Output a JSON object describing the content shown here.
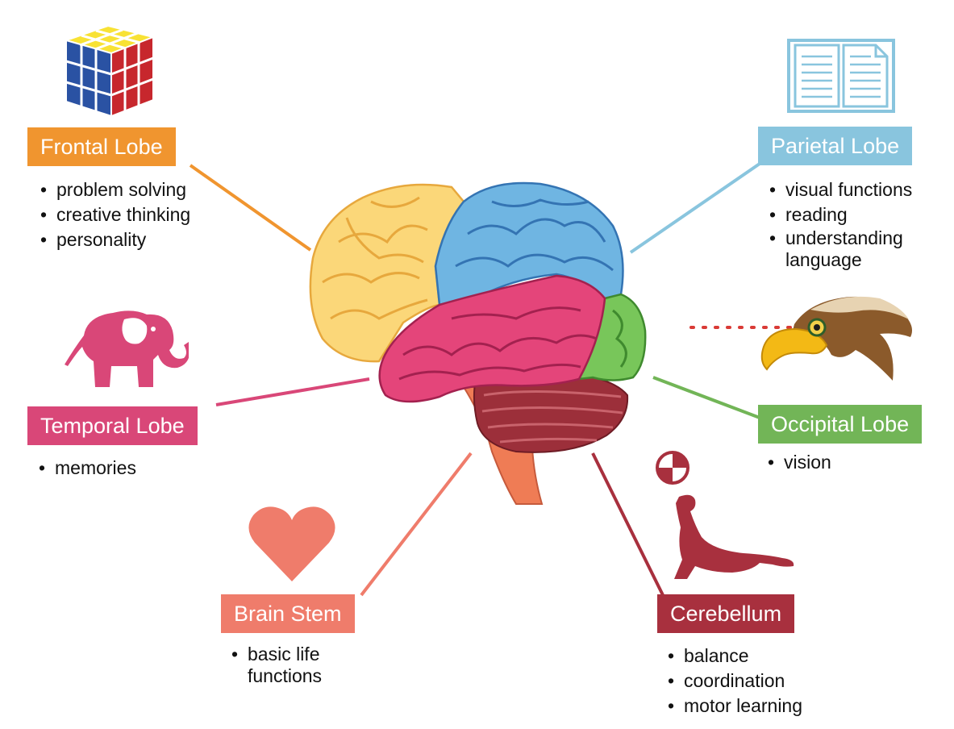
{
  "colors": {
    "frontal": "#f0952f",
    "parietal": "#89c5de",
    "temporal": "#d94778",
    "occipital": "#72b557",
    "brainstem": "#ef7c6b",
    "cerebellum": "#a8303e"
  },
  "icons": {
    "frontal": "rubiks-cube-icon",
    "parietal": "open-book-icon",
    "temporal": "elephant-icon",
    "occipital": "eagle-icon",
    "brainstem": "heart-icon",
    "cerebellum": "seal-with-ball-icon"
  },
  "regions": {
    "frontal": {
      "title": "Frontal Lobe",
      "functions": [
        "problem solving",
        "creative thinking",
        "personality"
      ]
    },
    "parietal": {
      "title": "Parietal Lobe",
      "functions": [
        "visual functions",
        "reading",
        "understanding language"
      ]
    },
    "temporal": {
      "title": "Temporal Lobe",
      "functions": [
        "memories"
      ]
    },
    "occipital": {
      "title": "Occipital Lobe",
      "functions": [
        "vision"
      ]
    },
    "brainstem": {
      "title": "Brain Stem",
      "functions": [
        "basic life functions"
      ]
    },
    "cerebellum": {
      "title": "Cerebellum",
      "functions": [
        "balance",
        "coordination",
        "motor learning"
      ]
    }
  }
}
